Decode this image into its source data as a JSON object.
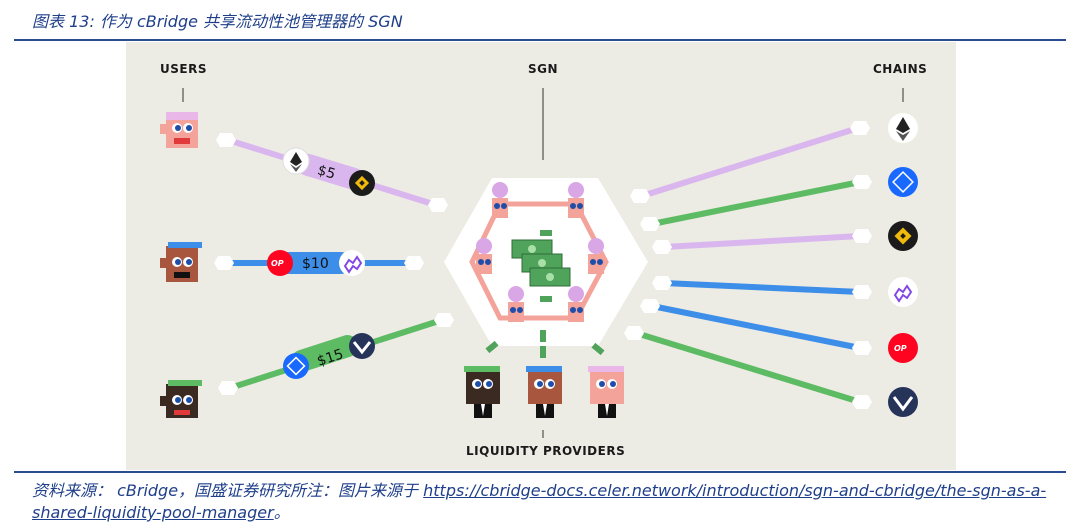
{
  "figure": {
    "title": "图表 13: 作为 cBridge 共享流动性池管理器的 SGN"
  },
  "labels": {
    "users": "USERS",
    "sgn": "SGN",
    "chains": "CHAINS",
    "lp": "LIQUIDITY PROVIDERS"
  },
  "transfers": [
    {
      "amount": "$5",
      "from_token": "eth-icon",
      "to_token": "bnb-icon",
      "color": "#d9b6ee"
    },
    {
      "amount": "$10",
      "from_token": "op-icon",
      "to_token": "polygon-icon",
      "color": "#3d8ee8"
    },
    {
      "amount": "$15",
      "from_token": "fantom-icon",
      "to_token": "zk-icon",
      "color": "#5dbb63"
    }
  ],
  "chains": [
    {
      "icon": "eth-icon",
      "line_color": "#d9b6ee"
    },
    {
      "icon": "fantom-icon",
      "line_color": "#5dbb63"
    },
    {
      "icon": "bnb-icon",
      "line_color": "#d9b6ee"
    },
    {
      "icon": "polygon-icon",
      "line_color": "#3d8ee8"
    },
    {
      "icon": "op-icon",
      "line_color": "#3d8ee8"
    },
    {
      "icon": "zk-icon",
      "line_color": "#5dbb63"
    }
  ],
  "token_text": {
    "op": "OP"
  },
  "footer": {
    "prefix": "资料来源： cBridge，国盛证券研究所注：图片来源于 ",
    "link": "https://cbridge-docs.celer.network/introduction/sgn-and-cbridge/the-sgn-as-a-shared-liquidity-pool-manager",
    "suffix": "。"
  },
  "colors": {
    "title_blue": "#1f3f8a",
    "panel_bg": "#ecebe4",
    "lilac": "#d9b6ee",
    "blue": "#3d8ee8",
    "green": "#5dbb63",
    "salmon": "#f4a39a",
    "money": "#4fa35a"
  }
}
